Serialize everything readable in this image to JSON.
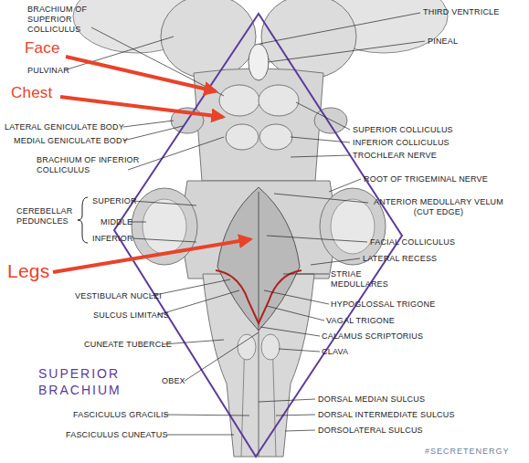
{
  "diagram": {
    "labels": [
      "BRACHIUM OF SUPERIOR COLLICULUS",
      "Face",
      "PULVINAR",
      "Chest",
      "LATERAL GENICULATE BODY",
      "MEDIAL GENICULATE BODY",
      "BRACHIUM OF INFERIOR COLLICULUS",
      "THIRD VENTRICLE",
      "PINEAL",
      "SUPERIOR COLLICULUS",
      "INFERIOR COLLICULUS",
      "TROCHLEAR NERVE",
      "ROOT OF TRIGEMINAL NERVE",
      "ANTERIOR MEDULLARY VELUM (CUT EDGE)",
      "CEREBELLAR PEDUNCLES",
      "SUPERIOR",
      "MIDDLE",
      "INFERIOR",
      "FACIAL COLLICULUS",
      "Legs",
      "LATERAL RECESS",
      "STRIAE MEDULLARES",
      "VESTIBULAR NUCLEI",
      "HYPOGLOSSAL TRIGONE",
      "SULCUS LIMITANS",
      "VAGAL TRIGONE",
      "CALAMUS SCRIPTORIUS",
      "CUNEATE TUBERCLE",
      "CLAVA",
      "SUPERIOR BRACHIUM",
      "OBEX",
      "DORSAL MEDIAN SULCUS",
      "FASCICULUS GRACILIS",
      "DORSAL INTERMEDIATE SULCUS",
      "FASCICULUS CUNEATUS",
      "DORSOLATERAL SULCUS",
      "#SECRETENERGY"
    ]
  }
}
